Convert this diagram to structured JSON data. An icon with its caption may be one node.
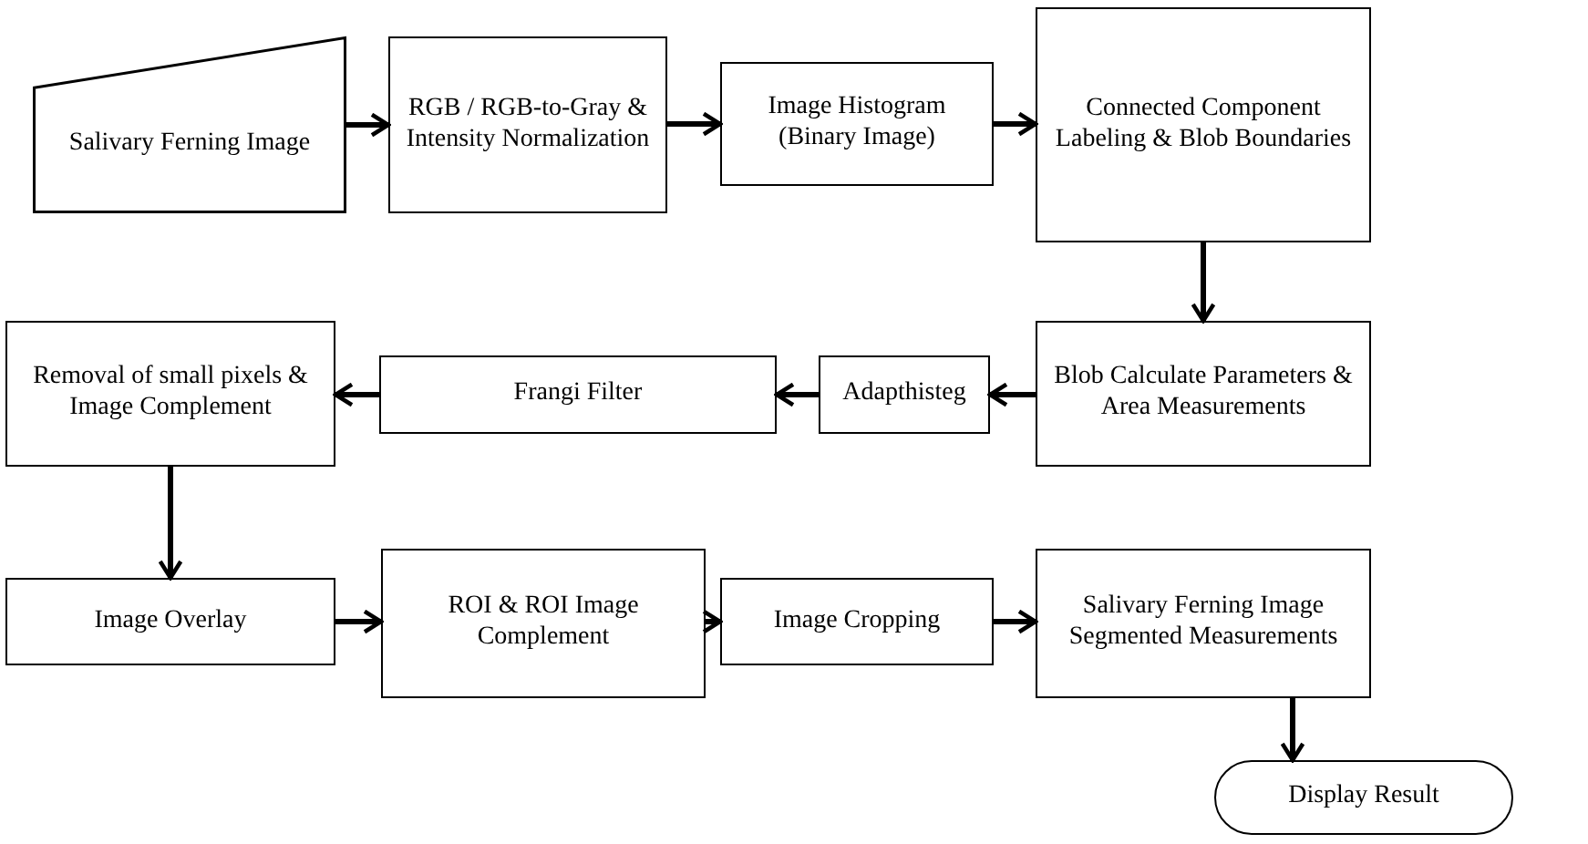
{
  "diagram": {
    "nodes": [
      {
        "text": [
          "Salivary Ferning Image"
        ]
      },
      {
        "text": [
          "RGB / RGB-to-Gray & Intensity Normalization"
        ]
      },
      {
        "text": [
          "Image Histogram (Binary Image)"
        ]
      },
      {
        "text": [
          "Connected Component Labeling & Blob Boundaries"
        ]
      },
      {
        "text": [
          "Blob Calculate Parameters & Area Measurements"
        ]
      },
      {
        "text": [
          "Adapthisteg"
        ]
      },
      {
        "text": [
          "Frangi Filter"
        ]
      },
      {
        "text": [
          "Removal of small pixels & Image Complement"
        ]
      },
      {
        "text": [
          "Image Overlay"
        ]
      },
      {
        "text": [
          "ROI & ROI Image Complement"
        ]
      },
      {
        "text": [
          "Image Cropping"
        ]
      },
      {
        "text": [
          "Salivary Ferning Image Segmented Measurements"
        ]
      },
      {
        "text": [
          "Display Result"
        ]
      }
    ],
    "edges": [
      {
        "from": 0,
        "to": 1,
        "arrow": "to"
      },
      {
        "from": 1,
        "to": 2,
        "arrow": "to"
      },
      {
        "from": 2,
        "to": 3,
        "arrow": "to"
      },
      {
        "from": 3,
        "to": 4,
        "arrow": "to"
      },
      {
        "from": 4,
        "to": 5,
        "arrow": "to"
      },
      {
        "from": 5,
        "to": 6,
        "arrow": "to"
      },
      {
        "from": 6,
        "to": 7,
        "arrow": "to"
      },
      {
        "from": 7,
        "to": 8,
        "arrow": "to"
      },
      {
        "from": 8,
        "to": 9,
        "arrow": "to"
      },
      {
        "from": 9,
        "to": 10,
        "arrow": "to"
      },
      {
        "from": 10,
        "to": 11,
        "arrow": "to"
      },
      {
        "from": 11,
        "to": 12,
        "arrow": "to"
      }
    ]
  }
}
